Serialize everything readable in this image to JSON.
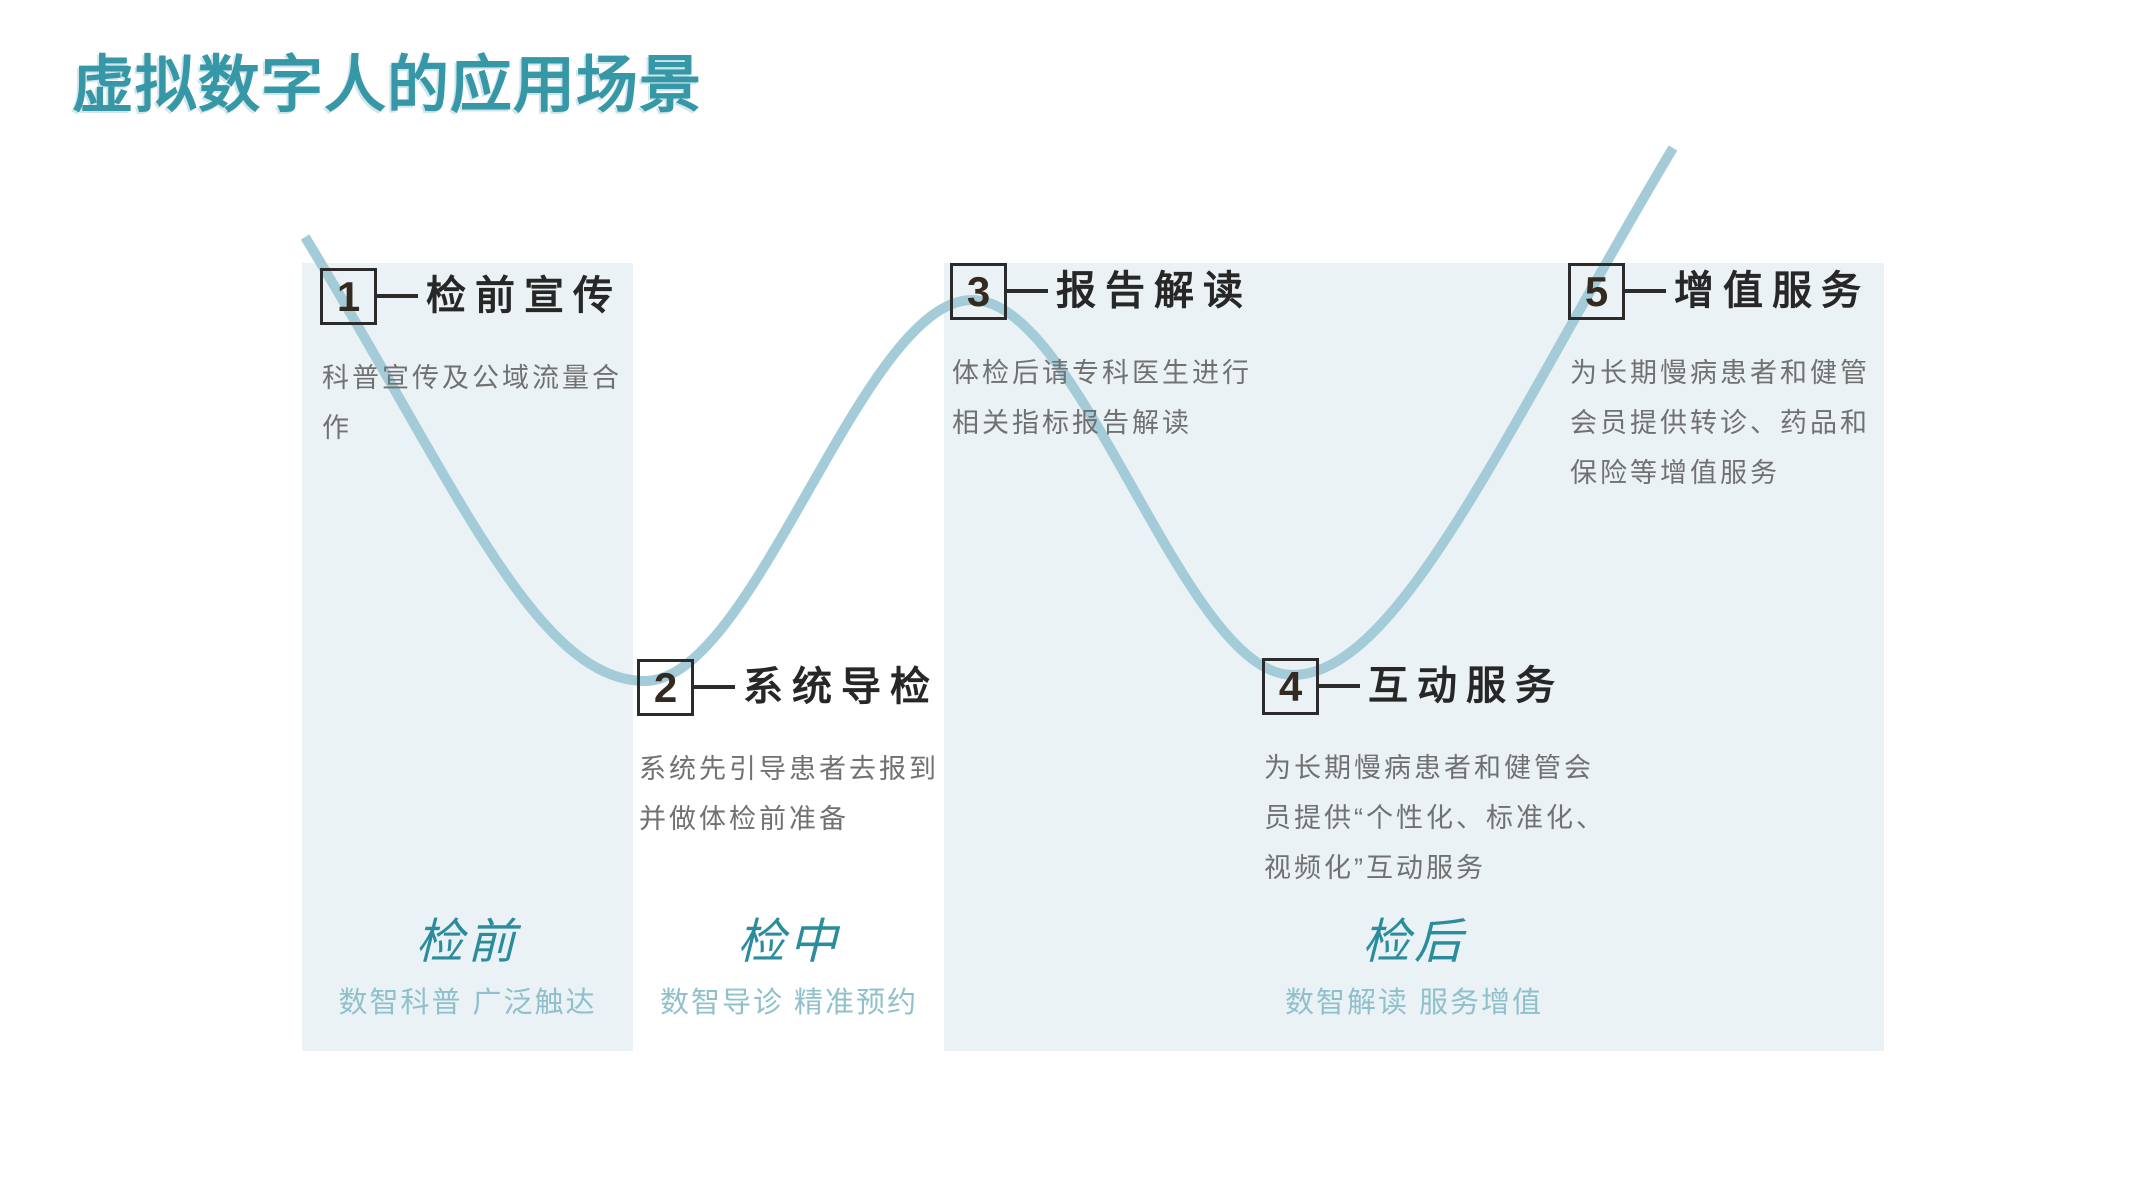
{
  "title": "虚拟数字人的应用场景",
  "steps": [
    {
      "num": "1",
      "title": "检前宣传",
      "desc_lines": [
        "科普宣传及公域流量合",
        "作"
      ]
    },
    {
      "num": "2",
      "title": "系统导检",
      "desc_lines": [
        "系统先引导患者去报到",
        "并做体检前准备"
      ]
    },
    {
      "num": "3",
      "title": "报告解读",
      "desc_lines": [
        "体检后请专科医生进行",
        "相关指标报告解读"
      ]
    },
    {
      "num": "4",
      "title": "互动服务",
      "desc_lines": [
        "为长期慢病患者和健管会",
        "员提供“个性化、标准化、",
        "视频化”互动服务"
      ]
    },
    {
      "num": "5",
      "title": "增值服务",
      "desc_lines": [
        "为长期慢病患者和健管",
        "会员提供转诊、药品和",
        "保险等增值服务"
      ]
    }
  ],
  "phases": [
    {
      "label": "检前",
      "subtitle": "数智科普 广泛触达"
    },
    {
      "label": "检中",
      "subtitle": "数智导诊 精准预约"
    },
    {
      "label": "检后",
      "subtitle": "数智解读 服务增值"
    }
  ],
  "colors": {
    "title_teal": "#3697a6",
    "curve": "#a3ccd8",
    "panel_bg": "#eaf2f5",
    "phase_label": "#2a8c9c",
    "phase_subtitle": "#8fc0cb",
    "body_text": "#717171",
    "dark": "#2b2b2b"
  }
}
